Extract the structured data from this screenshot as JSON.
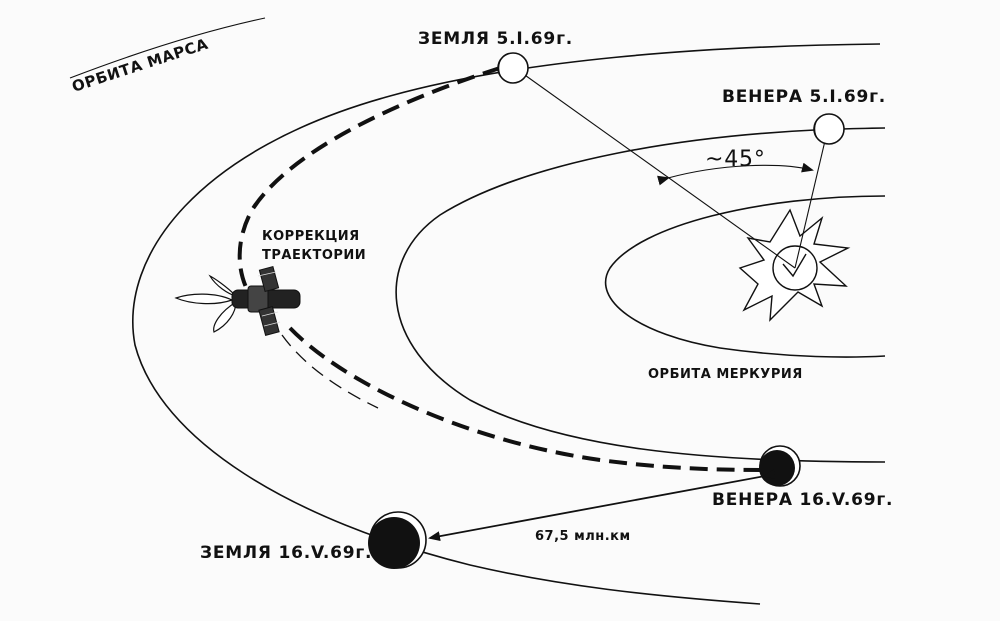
{
  "labels": {
    "mars_orbit": "ОРБИТА МАРСА",
    "earth_jan": "ЗЕМЛЯ 5.I.69г.",
    "venus_jan": "ВЕНЕРА 5.I.69г.",
    "angle": "~45°",
    "correction_line1": "КОРРЕКЦИЯ",
    "correction_line2": "ТРАЕКТОРИИ",
    "mercury_orbit": "ОРБИТА МЕРКУРИЯ",
    "venus_may": "ВЕНЕРА 16.V.69г.",
    "earth_may": "ЗЕМЛЯ 16.V.69г.",
    "distance": "67,5 млн.км"
  },
  "colors": {
    "ink": "#111111",
    "paper": "#fbfbfb"
  }
}
